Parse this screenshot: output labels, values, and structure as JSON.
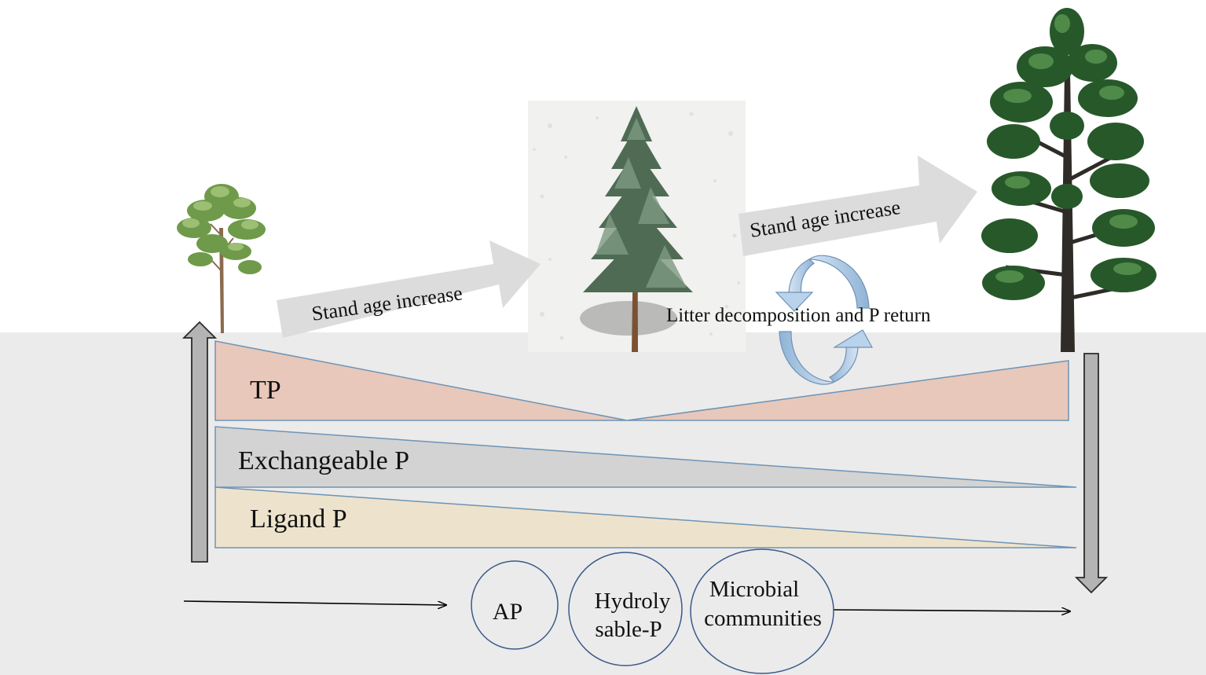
{
  "arrows": {
    "stand_age_1": "Stand age increase",
    "stand_age_2": "Stand age increase"
  },
  "cycle": {
    "label": "Litter decomposition and P return"
  },
  "wedges": {
    "tp": "TP",
    "exchangeable": "Exchangeable P",
    "ligand": "Ligand P"
  },
  "circles": {
    "ap": "AP",
    "hydrolysable_line1": "Hydroly",
    "hydrolysable_line2": "sable-P",
    "microbial_line1": "Microbial",
    "microbial_line2": "communities"
  },
  "icons": {
    "young_tree": "pine-tree-young-icon",
    "mid_tree": "pine-tree-mid-icon",
    "mature_tree": "pine-tree-mature-icon"
  },
  "colors": {
    "soil": "#ebebeb",
    "tp_fill": "#e8c8bb",
    "exchangeable_fill": "#d3d3d3",
    "ligand_fill": "#ede3cc",
    "outline": "#6e93b6",
    "big_arrow": "#dcdcdc",
    "side_arrow": "#b4b4b4",
    "cycle_arrow": "#a9c6e3"
  }
}
